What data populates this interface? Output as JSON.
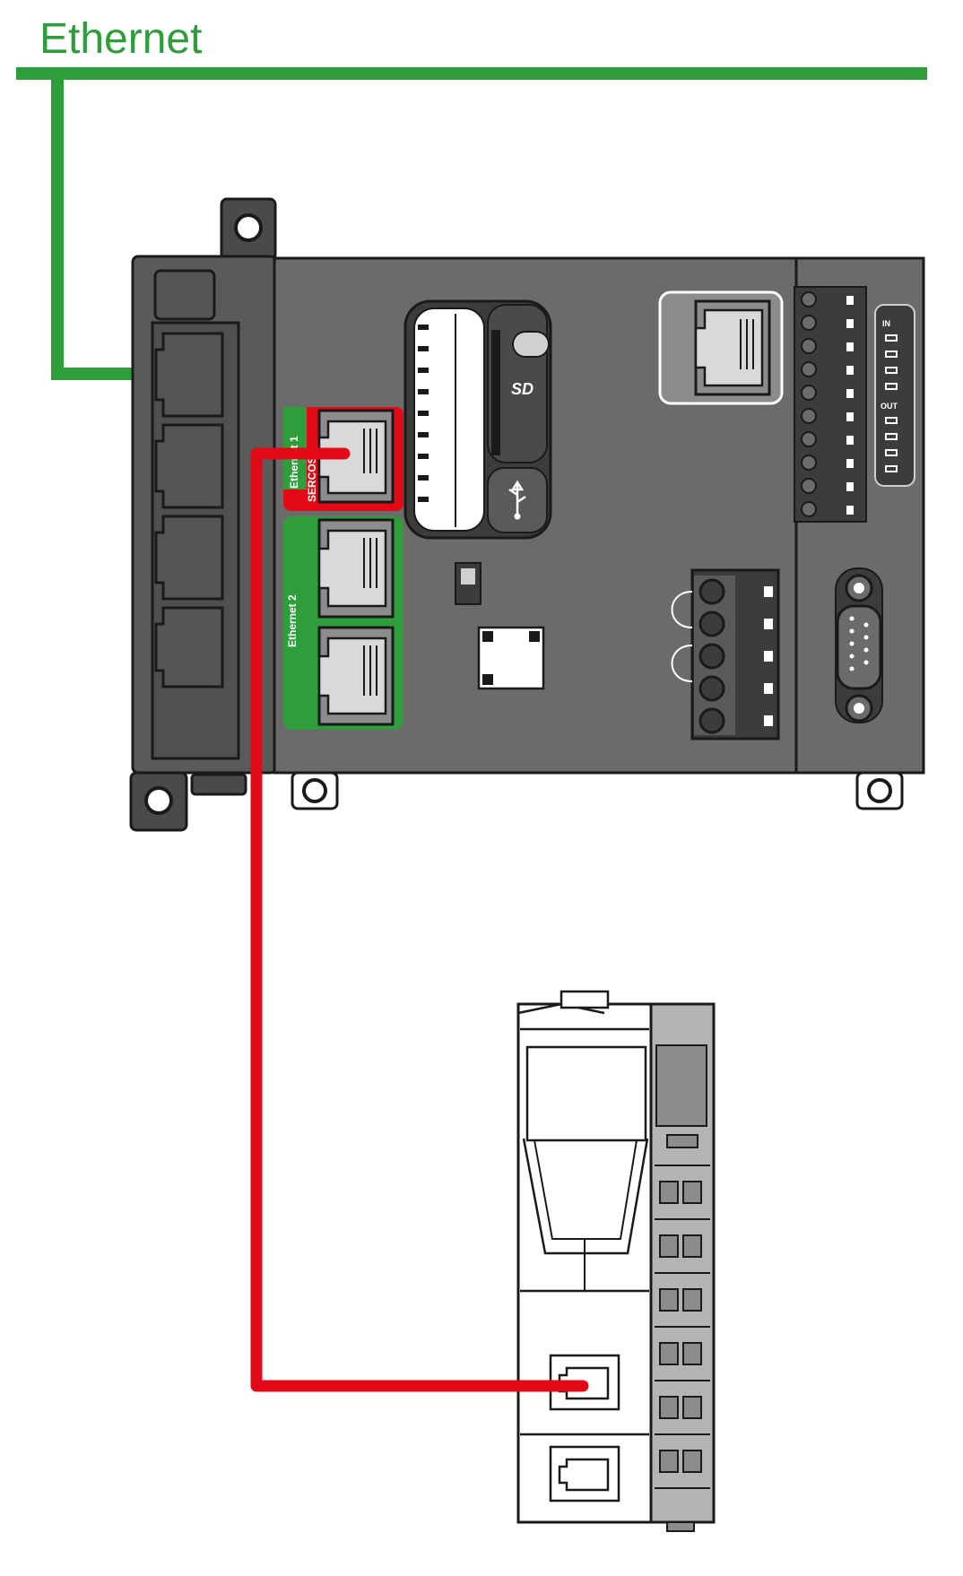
{
  "network": {
    "title": "Ethernet",
    "green_color": "#2e9e3c",
    "red_color": "#e30a17"
  },
  "controller": {
    "port_ethernet1_label": "Ethernet 1",
    "port_sercos_label": "SERCOS",
    "port_ethernet2_label": "Ethernet 2",
    "io_in_label": "IN",
    "io_out_label": "OUT",
    "sd_label": "SD",
    "body_color": "#6b6b6b",
    "dark_color": "#3c3c3c"
  },
  "drive": {
    "body_color": "#ffffff",
    "terminal_color": "#b4b4b4"
  }
}
